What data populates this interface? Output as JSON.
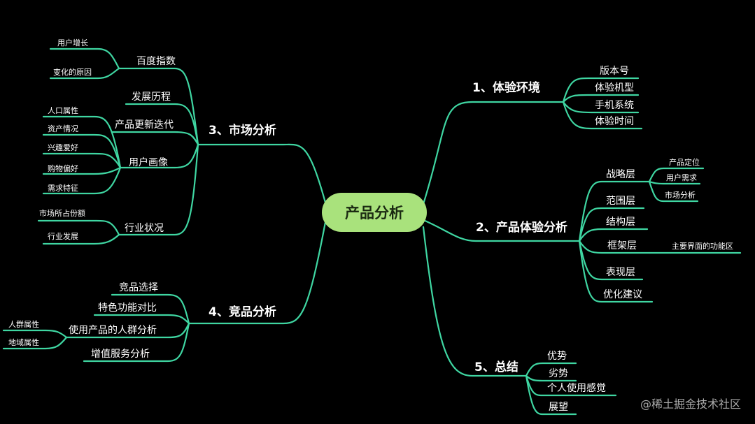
{
  "root": "产品分析",
  "right": {
    "env": {
      "title": "1、体验环境",
      "items": [
        "版本号",
        "体验机型",
        "手机系统",
        "体验时间"
      ]
    },
    "exp": {
      "title": "2、产品体验分析",
      "strategy": {
        "label": "战略层",
        "items": [
          "产品定位",
          "用户需求",
          "市场分析"
        ]
      },
      "scope": "范围层",
      "structure": "结构层",
      "skeleton": {
        "label": "框架层",
        "item": "主要界面的功能区"
      },
      "surface": "表现层",
      "optimize": "优化建议"
    },
    "summary": {
      "title": "5、总结",
      "items": [
        "优势",
        "劣势",
        "个人使用感觉",
        "展望"
      ]
    }
  },
  "left": {
    "market": {
      "title": "3、市场分析",
      "baidu": {
        "label": "百度指数",
        "items": [
          "用户增长",
          "变化的原因"
        ]
      },
      "history": "发展历程",
      "iteration": "产品更新迭代",
      "portrait": {
        "label": "用户画像",
        "items": [
          "人口属性",
          "资产情况",
          "兴趣爱好",
          "购物偏好",
          "需求特征"
        ]
      },
      "industry": {
        "label": "行业状况",
        "items": [
          "市场所占份额",
          "行业发展"
        ]
      }
    },
    "compete": {
      "title": "4、竞品分析",
      "select": "竞品选择",
      "feature": "特色功能对比",
      "crowd": {
        "label": "使用产品的人群分析",
        "items": [
          "人群属性",
          "地域属性"
        ]
      },
      "value": "增值服务分析"
    }
  },
  "watermark": "@稀土掘金技术社区"
}
